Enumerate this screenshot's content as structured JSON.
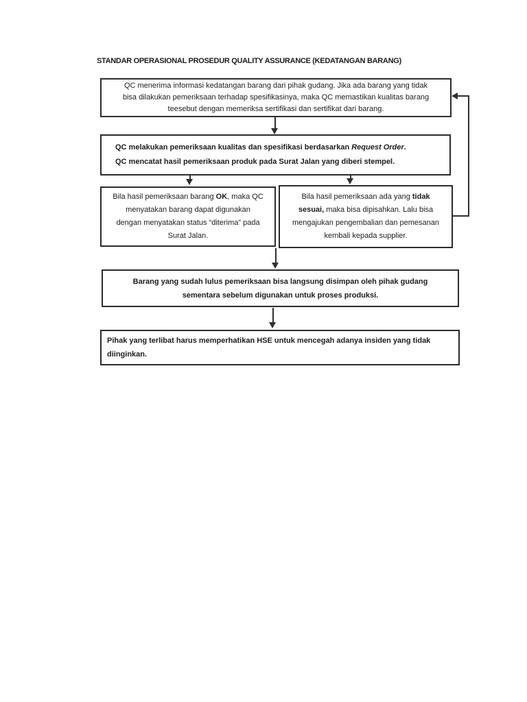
{
  "title": "STANDAR OPERASIONAL PROSEDUR QUALITY ASSURANCE (KEDATANGAN  BARANG)",
  "flowchart": {
    "box1": {
      "line1": "QC menerima informasi kedatangan barang dari pihak gudang. Jika ada barang yang tidak",
      "line2": "bisa dilakukan pemeriksaan terhadap spesifikasinya, maka QC memastikan kualitas barang",
      "line3": "teesebut dengan memeriksa sertifikasi dan sertifikat dari barang."
    },
    "box2": {
      "line1_pre": "QC melakukan pemeriksaan kualitas dan spesifikasi berdasarkan ",
      "line1_italic": "Request Order",
      "line1_post": ".",
      "line2": "QC mencatat hasil pemeriksaan produk pada Surat Jalan yang diberi stempel."
    },
    "box3": {
      "line1_pre": "Bila hasil pemeriksaan barang  ",
      "line1_bold": "OK",
      "line1_post": ", maka QC",
      "line2": "menyatakan barang dapat digunakan",
      "line3": "dengan menyatakan status “diterima” pada",
      "line4": "Surat Jalan."
    },
    "box4": {
      "line1_pre": "Bila hasil pemeriksaan ada yang ",
      "line1_bold": "tidak",
      "line2_bold": "sesuai,",
      "line2_post": "  maka bisa dipisahkan. Lalu bisa",
      "line3": "mengajukan pengembalian dan pemesanan",
      "line4": "kembali kepada supplier."
    },
    "box5": {
      "line1": "Barang yang sudah lulus pemeriksaan bisa langsung disimpan oleh pihak gudang",
      "line2": "sementara sebelum digunakan untuk proses produksi."
    },
    "box6": {
      "line1": "Pihak yang terlibat harus memperhatikan HSE untuk mencegah adanya insiden yang tidak",
      "line2": "diinginkan."
    }
  },
  "colors": {
    "page_background": "#ffffff",
    "text": "#1c1c1c",
    "box_border": "#2b2b2b",
    "connector": "#303030"
  }
}
